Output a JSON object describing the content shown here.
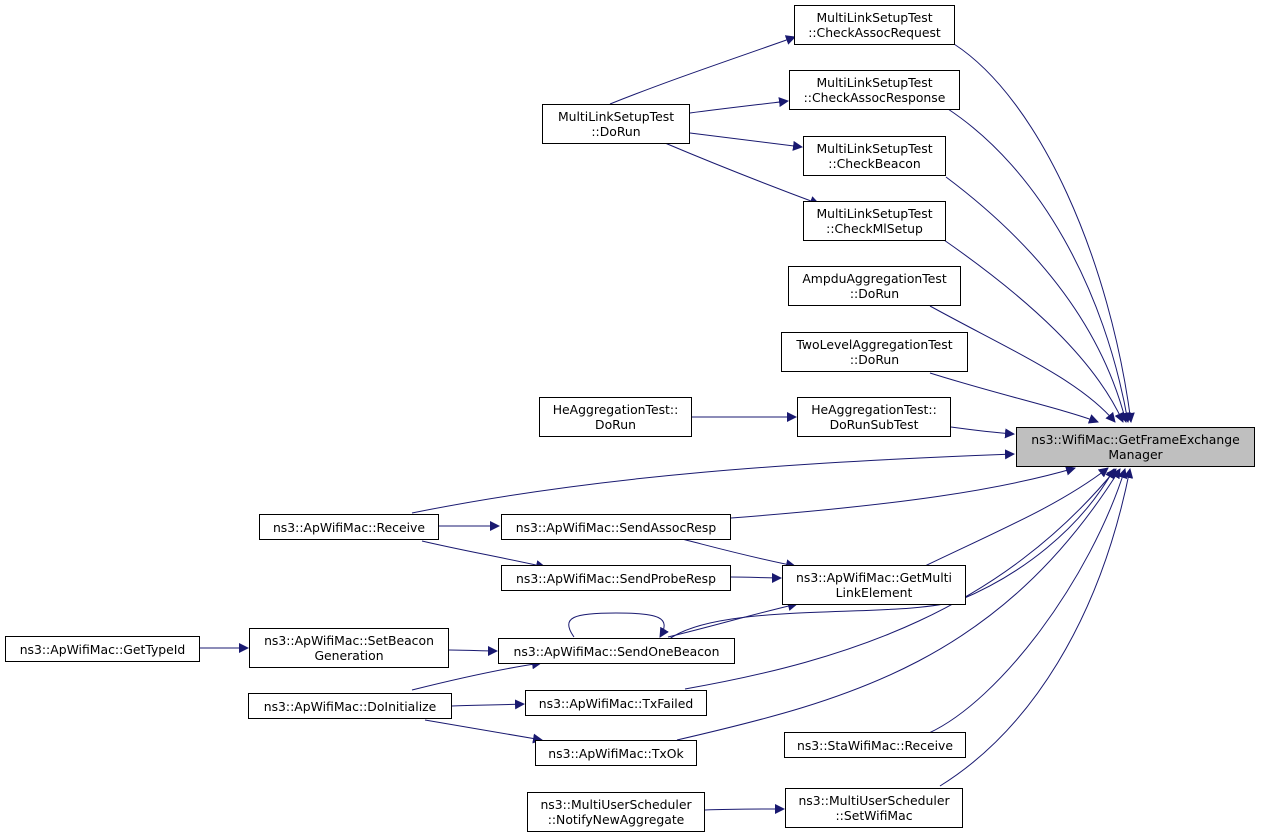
{
  "colors": {
    "edge": "#191970",
    "focus_fill": "#bfbfbf",
    "node_border": "#000000",
    "node_fill": "#ffffff"
  },
  "nodes": {
    "get_frame_exchange_manager": [
      "ns3::WifiMac::GetFrameExchange",
      "Manager"
    ],
    "check_assoc_request": [
      "MultiLinkSetupTest",
      "::CheckAssocRequest"
    ],
    "check_assoc_response": [
      "MultiLinkSetupTest",
      "::CheckAssocResponse"
    ],
    "check_beacon": [
      "MultiLinkSetupTest",
      "::CheckBeacon"
    ],
    "check_ml_setup": [
      "MultiLinkSetupTest",
      "::CheckMlSetup"
    ],
    "mlst_do_run": [
      "MultiLinkSetupTest",
      "::DoRun"
    ],
    "ampdu_do_run": [
      "AmpduAggregationTest",
      "::DoRun"
    ],
    "two_level_do_run": [
      "TwoLevelAggregationTest",
      "::DoRun"
    ],
    "he_do_run": [
      "HeAggregationTest::",
      "DoRun"
    ],
    "he_do_run_sub_test": [
      "HeAggregationTest::",
      "DoRunSubTest"
    ],
    "ap_receive": [
      "ns3::ApWifiMac::Receive"
    ],
    "ap_send_assoc_resp": [
      "ns3::ApWifiMac::SendAssocResp"
    ],
    "ap_send_probe_resp": [
      "ns3::ApWifiMac::SendProbeResp"
    ],
    "ap_get_multi_link_element": [
      "ns3::ApWifiMac::GetMulti",
      "LinkElement"
    ],
    "ap_get_type_id": [
      "ns3::ApWifiMac::GetTypeId"
    ],
    "ap_set_beacon_generation": [
      "ns3::ApWifiMac::SetBeacon",
      "Generation"
    ],
    "ap_send_one_beacon": [
      "ns3::ApWifiMac::SendOneBeacon"
    ],
    "ap_do_initialize": [
      "ns3::ApWifiMac::DoInitialize"
    ],
    "ap_tx_failed": [
      "ns3::ApWifiMac::TxFailed"
    ],
    "ap_tx_ok": [
      "ns3::ApWifiMac::TxOk"
    ],
    "sta_receive": [
      "ns3::StaWifiMac::Receive"
    ],
    "mus_notify_new_aggregate": [
      "ns3::MultiUserScheduler",
      "::NotifyNewAggregate"
    ],
    "mus_set_wifi_mac": [
      "ns3::MultiUserScheduler",
      "::SetWifiMac"
    ]
  }
}
